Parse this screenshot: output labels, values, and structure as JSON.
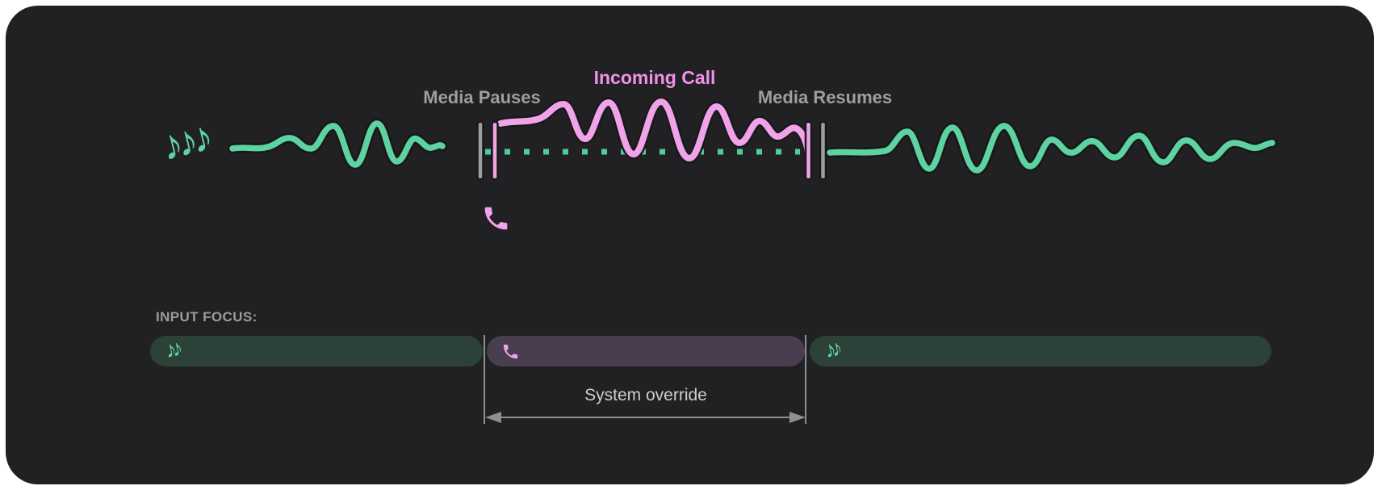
{
  "page": {
    "background": "#ffffff"
  },
  "card": {
    "background": "#212123"
  },
  "colors": {
    "media_green": "#5ed3a2",
    "media_green_dotted": "#4fcb9d",
    "media_bar_dim_green": "#2c4137",
    "call_pink": "#f0a3e9",
    "call_bar_dim_purple": "#483e4f",
    "pause_marker_gray": "#9e9e9e",
    "label_gray": "#9e9e9e",
    "incoming_call_text_pink": "#f192e8",
    "annotation_gray": "#8f8f8f",
    "annotation_text_gray": "#cdcdcd"
  },
  "timeline": {
    "media_pauses_label": "Media Pauses",
    "incoming_call_label": "Incoming Call",
    "media_resumes_label": "Media Resumes"
  },
  "icons": {
    "music_notes_triple": "♪♪♪",
    "music_notes_pair": "♪♪",
    "phone": "call-icon"
  },
  "input_focus": {
    "label": "INPUT FOCUS:",
    "annotation": "System override",
    "segments": [
      {
        "name": "media-before",
        "icon": "music-notes-icon",
        "type": "media"
      },
      {
        "name": "call",
        "icon": "phone-icon",
        "type": "call"
      },
      {
        "name": "media-after",
        "icon": "music-notes-icon",
        "type": "media"
      }
    ]
  }
}
